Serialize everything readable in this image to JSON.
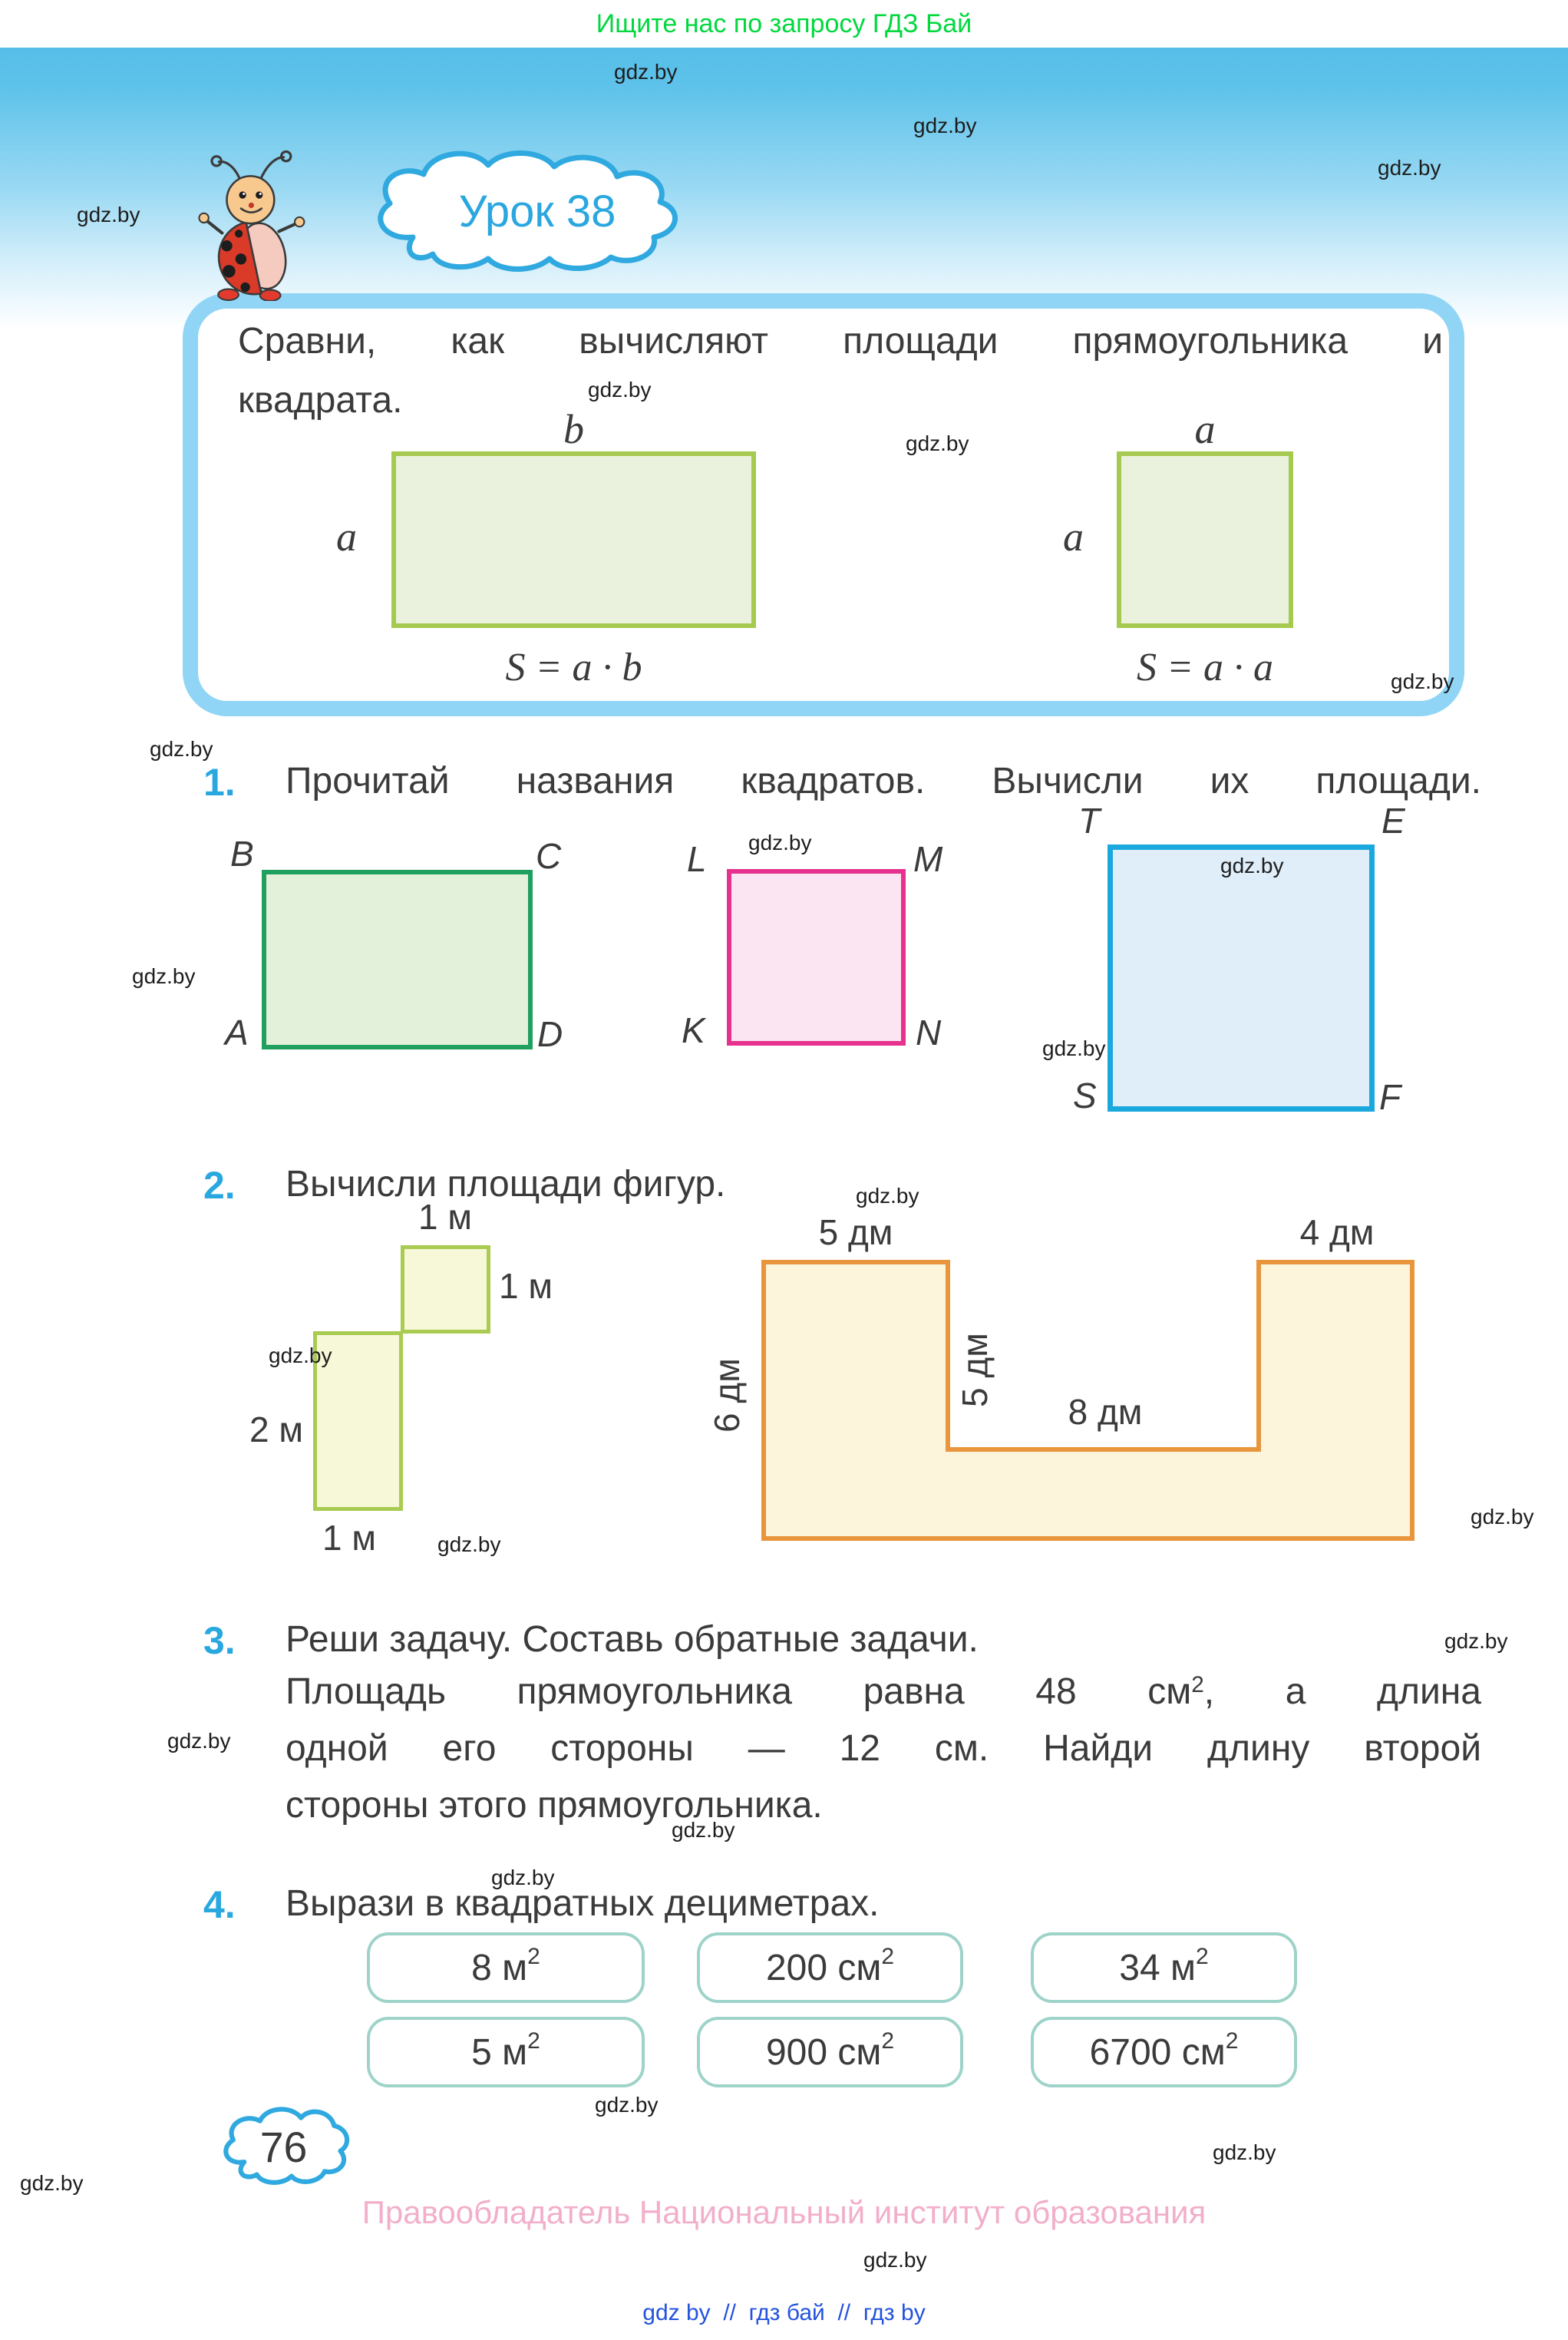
{
  "banner": {
    "text": "Ищите нас по запросу ГДЗ Бай"
  },
  "watermark": "gdz.by",
  "lesson": {
    "title": "Урок 38"
  },
  "intro": {
    "line1": "Сравни, как вычисляют площади прямоугольника и",
    "line2": "квадрата.",
    "rect_label_top": "b",
    "rect_label_side": "a",
    "rect_formula": "S = a · b",
    "square_label_top": "a",
    "square_label_side": "a",
    "square_formula": "S = a · a"
  },
  "ex1": {
    "number": "1.",
    "text": "Прочитай названия квадратов. Вычисли их площади.",
    "squares": [
      {
        "tl": "B",
        "tr": "C",
        "bl": "A",
        "br": "D"
      },
      {
        "tl": "L",
        "tr": "M",
        "bl": "K",
        "br": "N"
      },
      {
        "tl": "T",
        "tr": "E",
        "bl": "S",
        "br": "F"
      }
    ]
  },
  "ex2": {
    "number": "2.",
    "text": "Вычисли площади фигур.",
    "step": {
      "top": "1 м",
      "right": "1 м",
      "left": "2 м",
      "bottom": "1 м"
    },
    "ushape": {
      "top_left": "5 дм",
      "top_right": "4 дм",
      "left": "6 дм",
      "inner_vertical": "5 дм",
      "inner_horizontal": "8 дм"
    }
  },
  "ex3": {
    "number": "3.",
    "line1": "Реши задачу. Составь обратные задачи.",
    "line2_start": "Площадь прямоугольника равна 48 см",
    "line2_sup": "2",
    "line2_end": ", а длина",
    "line3": "одной его стороны — 12 см. Найди длину второй",
    "line4": "стороны этого прямоугольника."
  },
  "ex4": {
    "number": "4.",
    "text": "Вырази в квадратных дециметрах.",
    "cards": [
      {
        "base": "8 м",
        "sup": "2"
      },
      {
        "base": "200 см",
        "sup": "2"
      },
      {
        "base": "34 м",
        "sup": "2"
      },
      {
        "base": "5 м",
        "sup": "2"
      },
      {
        "base": "900 см",
        "sup": "2"
      },
      {
        "base": "6700 см",
        "sup": "2"
      }
    ]
  },
  "footer": {
    "page": "76",
    "copyright": "Правообладатель Национальный институт образования",
    "links": "gdz by  //  гдз бай  //  гдз by"
  },
  "colors": {
    "accent_blue": "#29a8e0",
    "banner_green": "#00d83e",
    "sky_blue": "#55bee8",
    "box_border": "#90d5f5",
    "demo_fill": "#eaf2dd",
    "demo_border": "#a6c94f",
    "square_green_border": "#1fa05f",
    "square_pink_border": "#e7318f",
    "square_blue_border": "#1ba9dd",
    "ushape_border": "#e8953c",
    "ushape_fill": "#fdf4dc",
    "card_border": "#9ed3c9",
    "copyright_pink": "#f2aecb",
    "links_blue": "#2353de"
  }
}
